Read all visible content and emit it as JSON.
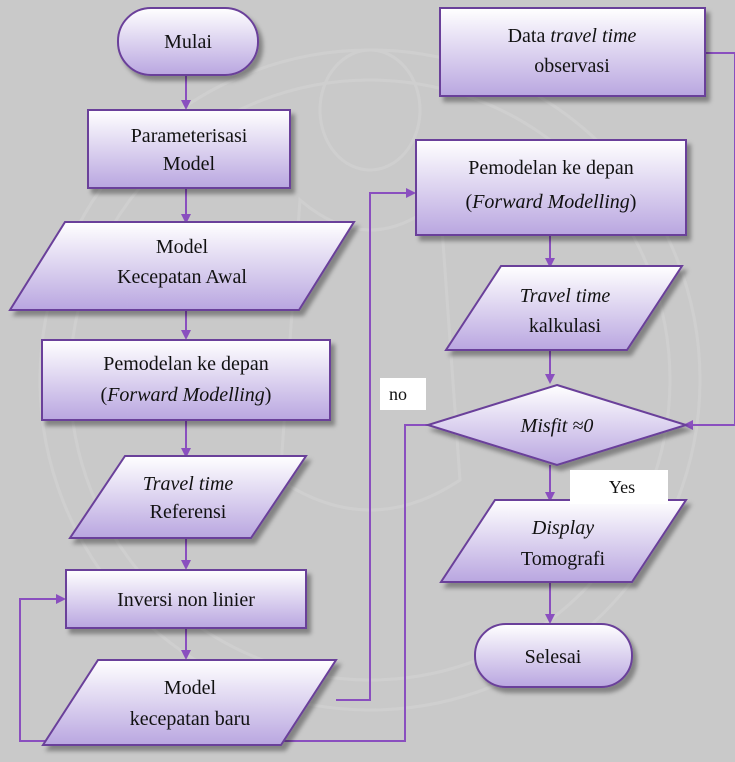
{
  "colors": {
    "background": "#c9c9c9",
    "shape_fill_light": "#ffffff",
    "shape_fill_dark": "#b9a6e0",
    "shape_stroke": "#6a3f9a",
    "connector": "#8a4fbf"
  },
  "nodes": {
    "start": {
      "line1": "Mulai"
    },
    "param": {
      "line1": "Parameterisasi",
      "line2": "Model"
    },
    "initial_model": {
      "line1": "Model",
      "line2": "Kecepatan Awal"
    },
    "forward_left": {
      "line1": "Pemodelan ke depan",
      "line2_open": "(",
      "line2_italic": "Forward Modelling",
      "line2_close": ")"
    },
    "travel_ref": {
      "line1_italic": "Travel time",
      "line2": "Referensi"
    },
    "inversion": {
      "line1": "Inversi non linier"
    },
    "new_model": {
      "line1": "Model",
      "line2": "kecepatan baru"
    },
    "observed": {
      "line1_plain": "Data ",
      "line1_italic": "travel time",
      "line2": "observasi"
    },
    "forward_right": {
      "line1": "Pemodelan ke depan",
      "line2_open": "(",
      "line2_italic": "Forward Modelling",
      "line2_close": ")"
    },
    "travel_calc": {
      "line1_italic": "Travel time",
      "line2": "kalkulasi"
    },
    "misfit": {
      "italic": "Misfit ≈0"
    },
    "display": {
      "line1_italic": "Display",
      "line2": "Tomografi"
    },
    "end": {
      "line1": "Selesai"
    }
  },
  "labels": {
    "no": "no",
    "yes": "Yes"
  }
}
